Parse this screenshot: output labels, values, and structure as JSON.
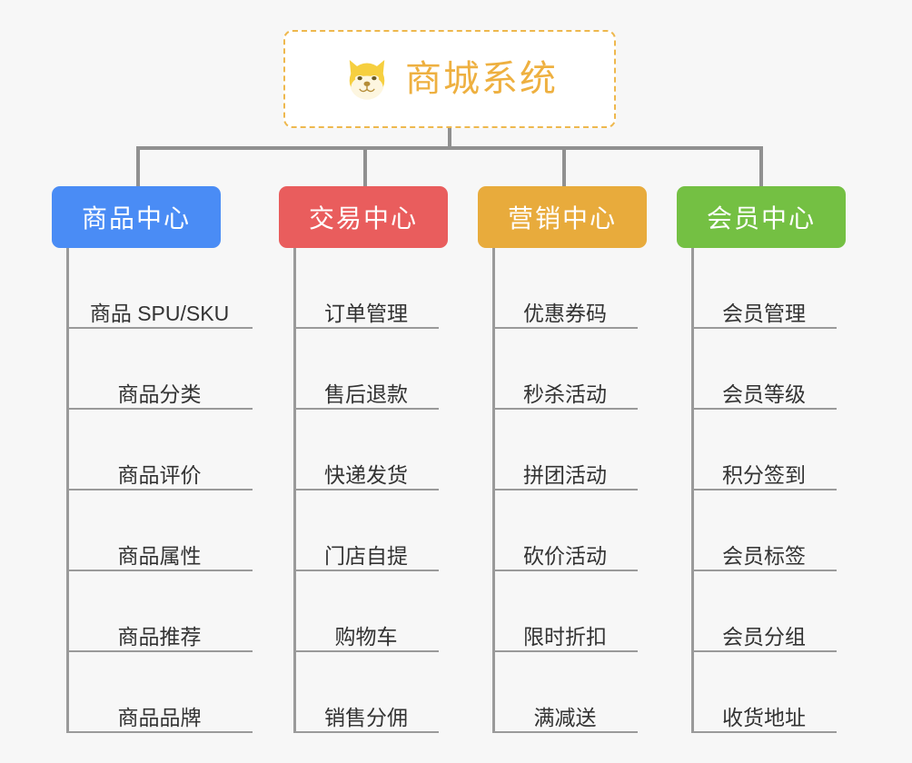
{
  "background_color": "#f7f7f7",
  "root": {
    "title": "商城系统",
    "icon": "shiba-dog-face-emoji",
    "border_color": "#eeb84e",
    "text_color": "#eeb040",
    "background": "#ffffff"
  },
  "connector_color": "#909090",
  "categories": [
    {
      "label": "商品中心",
      "color": "#4a8cf5",
      "items": [
        "商品 SPU/SKU",
        "商品分类",
        "商品评价",
        "商品属性",
        "商品推荐",
        "商品品牌"
      ]
    },
    {
      "label": "交易中心",
      "color": "#e95d5d",
      "items": [
        "订单管理",
        "售后退款",
        "快递发货",
        "门店自提",
        "购物车",
        "销售分佣"
      ]
    },
    {
      "label": "营销中心",
      "color": "#e8ab3c",
      "items": [
        "优惠券码",
        "秒杀活动",
        "拼团活动",
        "砍价活动",
        "限时折扣",
        "满减送"
      ]
    },
    {
      "label": "会员中心",
      "color": "#74c043",
      "items": [
        "会员管理",
        "会员等级",
        "积分签到",
        "会员标签",
        "会员分组",
        "收货地址"
      ]
    }
  ]
}
